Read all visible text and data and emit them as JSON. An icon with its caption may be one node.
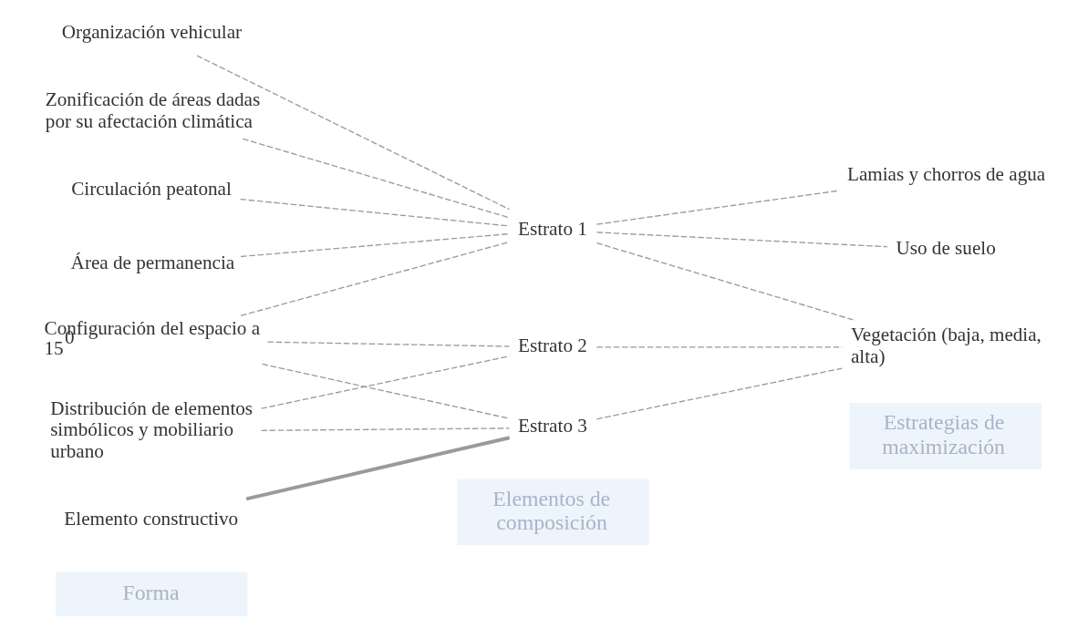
{
  "diagram": {
    "nodes": [
      {
        "text": [
          "Forma"
        ]
      },
      {
        "text": [
          "Elementos de composición"
        ]
      },
      {
        "text": [
          "Estrategias de maximización"
        ]
      },
      {
        "text": [
          "Configuración del espacio a 15$^{0}$"
        ]
      },
      {
        "text": [
          "Zonificación de áreas dadas por su afectación climática"
        ]
      },
      {
        "text": [
          "Circulación peatonal"
        ]
      },
      {
        "text": [
          "Área de permanencia"
        ]
      },
      {
        "text": [
          "Organización vehicular"
        ]
      },
      {
        "text": [
          "Distribución de elementos simbólicos y mobiliario urbano"
        ]
      },
      {
        "text": [
          "Elemento constructivo"
        ]
      },
      {
        "text": [
          "Estrato 1"
        ]
      },
      {
        "text": [
          "Estrato 2"
        ]
      },
      {
        "text": [
          "Estrato 3"
        ]
      },
      {
        "text": [
          "Uso de suelo"
        ]
      },
      {
        "text": [
          "Lamias y chorros de agua"
        ]
      },
      {
        "text": [
          "Vegetación (baja, media, alta)"
        ]
      }
    ],
    "edges": [
      {
        "from": 3,
        "to": 10,
        "arrow": "none",
        "style": "dashed"
      },
      {
        "from": 3,
        "to": 11,
        "arrow": "none",
        "style": "dashed"
      },
      {
        "from": 3,
        "to": 12,
        "arrow": "none",
        "style": "dashed"
      },
      {
        "from": 4,
        "to": 10,
        "arrow": "none",
        "style": "dashed"
      },
      {
        "from": 5,
        "to": 10,
        "arrow": "none",
        "style": "dashed"
      },
      {
        "from": 6,
        "to": 10,
        "arrow": "none",
        "style": "dashed"
      },
      {
        "from": 7,
        "to": 10,
        "arrow": "none",
        "style": "dashed"
      },
      {
        "from": 8,
        "to": 11,
        "arrow": "none",
        "style": "dashed"
      },
      {
        "from": 8,
        "to": 12,
        "arrow": "none",
        "style": "dashed"
      },
      {
        "from": 9,
        "to": 12,
        "arrow": "none",
        "style": "thick"
      },
      {
        "from": 10,
        "to": 13,
        "arrow": "none",
        "style": "dashed"
      },
      {
        "from": 10,
        "to": 14,
        "arrow": "none",
        "style": "dashed"
      },
      {
        "from": 10,
        "to": 15,
        "arrow": "none",
        "style": "dashed"
      },
      {
        "from": 11,
        "to": 15,
        "arrow": "none",
        "style": "dashed"
      },
      {
        "from": 12,
        "to": 15,
        "arrow": "none",
        "style": "dashed"
      }
    ]
  }
}
